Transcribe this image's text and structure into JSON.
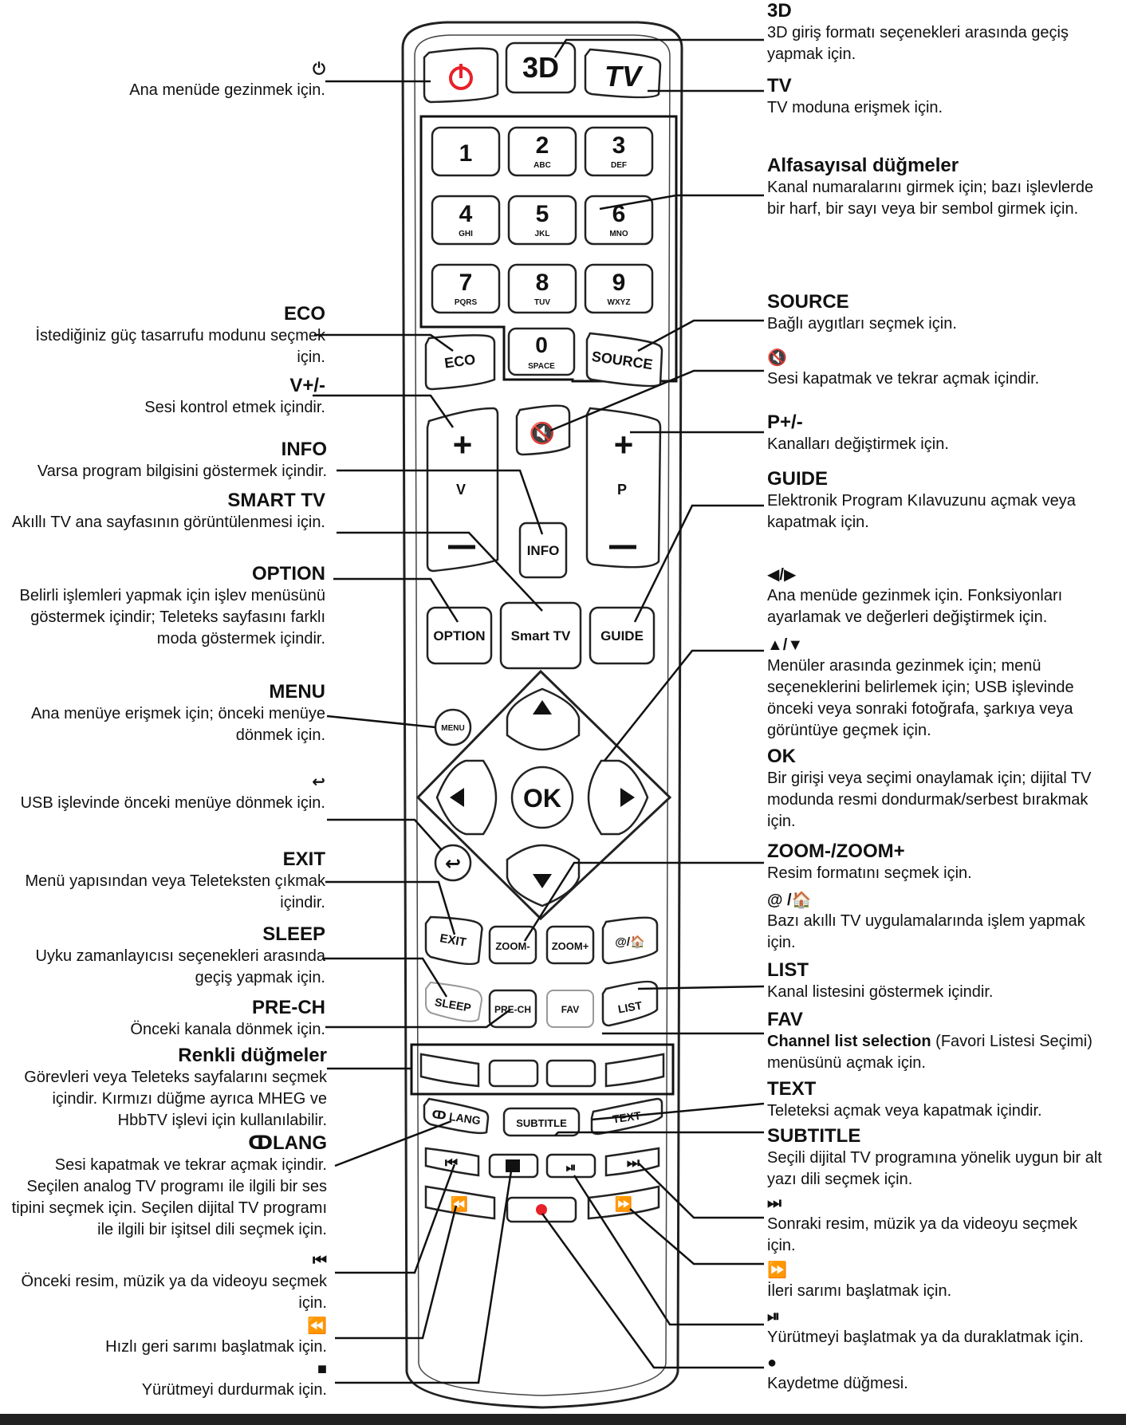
{
  "labels": {
    "power": {
      "icon": "⏻",
      "desc": "Ana menüde gezinmek için."
    },
    "threed": {
      "title": "3D",
      "desc": "3D giriş formatı seçenekleri arasında geçiş yapmak için."
    },
    "tv": {
      "title": "TV",
      "desc": "TV moduna erişmek için."
    },
    "alnum": {
      "title": "Alfasayısal düğmeler",
      "desc": "Kanal numaralarını girmek için; bazı işlevlerde bir harf, bir sayı veya bir sembol girmek için."
    },
    "eco": {
      "title": "ECO",
      "desc": "İstediğiniz güç tasarrufu modunu seçmek için."
    },
    "source": {
      "title": "SOURCE",
      "desc": "Bağlı aygıtları seçmek için."
    },
    "mute": {
      "icon": "🔇",
      "desc": "Sesi kapatmak ve tekrar açmak içindir."
    },
    "vol": {
      "title": "V+/-",
      "desc": "Sesi kontrol etmek içindir."
    },
    "prog": {
      "title": "P+/-",
      "desc": "Kanalları değiştirmek için."
    },
    "info": {
      "title": "INFO",
      "desc": "Varsa program bilgisini göstermek içindir."
    },
    "guide": {
      "title": "GUIDE",
      "desc": "Elektronik Program Kılavuzunu açmak veya kapatmak için."
    },
    "smarttv": {
      "title": "SMART TV",
      "desc": "Akıllı TV ana sayfasının görüntülenmesi için."
    },
    "option": {
      "title": "OPTION",
      "desc": "Belirli işlemleri yapmak için işlev menüsünü göstermek içindir; Teleteks sayfasını farklı moda göstermek içindir."
    },
    "leftright": {
      "icon": "◀/▶",
      "desc": "Ana menüde gezinmek için. Fonksiyonları ayarlamak ve değerleri değiştirmek için."
    },
    "updown": {
      "icon": "▲/▼",
      "desc": "Menüler arasında gezinmek için; menü seçeneklerini belirlemek için; USB işlevinde önceki veya sonraki fotoğrafa, şarkıya veya görüntüye geçmek için."
    },
    "menu": {
      "title": "MENU",
      "desc": "Ana menüye erişmek için; önceki menüye dönmek için."
    },
    "ok": {
      "title": "OK",
      "desc": "Bir girişi veya seçimi onaylamak için; dijital TV modunda resmi dondurmak/serbest bırakmak için."
    },
    "back": {
      "icon": "↩",
      "desc": "USB işlevinde önceki menüye dönmek için."
    },
    "zoom": {
      "title": "ZOOM-/ZOOM+",
      "desc": "Resim formatını seçmek için."
    },
    "exit": {
      "title": "EXIT",
      "desc": "Menü yapısından veya Teleteksten çıkmak içindir."
    },
    "athome": {
      "icon": "@ /🏠",
      "desc": "Bazı akıllı TV uygulamalarında işlem yapmak için."
    },
    "sleep": {
      "title": "SLEEP",
      "desc": "Uyku zamanlayıcısı seçenekleri arasında geçiş yapmak için."
    },
    "list": {
      "title": "LIST",
      "desc": "Kanal listesini göstermek içindir."
    },
    "prech": {
      "title": "PRE-CH",
      "desc": "Önceki kanala dönmek için."
    },
    "fav": {
      "title": "FAV",
      "strong": "Channel list selection",
      "desc": " (Favori Listesi Seçimi) menüsünü açmak için."
    },
    "color": {
      "title": "Renkli düğmeler",
      "desc": "Görevleri veya Teleteks sayfalarını seçmek içindir. Kırmızı düğme ayrıca MHEG ve HbbTV işlevi için kullanılabilir."
    },
    "text": {
      "title": "TEXT",
      "desc": "Teleteksi açmak veya kapatmak içindir."
    },
    "lang": {
      "title": "ↀLANG",
      "desc": "Sesi kapatmak ve tekrar açmak içindir. Seçilen analog TV programı ile ilgili bir ses tipini seçmek için. Seçilen dijital TV programı ile ilgili bir işitsel dili seçmek için."
    },
    "subtitle": {
      "title": "SUBTITLE",
      "desc": "Seçili dijital TV programına yönelik uygun bir alt yazı dili seçmek için."
    },
    "next": {
      "icon": "⏭",
      "desc": "Sonraki resim, müzik ya da videoyu seçmek için."
    },
    "prev": {
      "icon": "⏮",
      "desc": "Önceki resim, müzik ya da videoyu seçmek için."
    },
    "ff": {
      "icon": "⏩",
      "desc": "İleri sarımı başlatmak için."
    },
    "rew": {
      "icon": "⏪",
      "desc": "Hızlı geri sarımı başlatmak için."
    },
    "playpause": {
      "icon": "⏯",
      "desc": "Yürütmeyi başlatmak ya da duraklatmak için."
    },
    "stop": {
      "icon": "■",
      "desc": "Yürütmeyi durdurmak için."
    },
    "record": {
      "icon": "●",
      "desc": "Kaydetme düğmesi."
    }
  },
  "remote": {
    "btn_3d": "3D",
    "btn_tv": "TV",
    "digits": [
      {
        "n": "1",
        "s": ""
      },
      {
        "n": "2",
        "s": "ABC"
      },
      {
        "n": "3",
        "s": "DEF"
      },
      {
        "n": "4",
        "s": "GHI"
      },
      {
        "n": "5",
        "s": "JKL"
      },
      {
        "n": "6",
        "s": "MNO"
      },
      {
        "n": "7",
        "s": "PQRS"
      },
      {
        "n": "8",
        "s": "TUV"
      },
      {
        "n": "9",
        "s": "WXYZ"
      }
    ],
    "btn_eco": "ECO",
    "btn_zero": "0",
    "btn_zero_sub": "SPACE",
    "btn_source": "SOURCE",
    "vol_letter": "V",
    "prog_letter": "P",
    "btn_info": "INFO",
    "btn_option": "OPTION",
    "btn_smarttv": "Smart TV",
    "btn_guide": "GUIDE",
    "btn_menu": "MENU",
    "btn_ok": "OK",
    "btn_exit": "EXIT",
    "btn_zoom_minus": "ZOOM-",
    "btn_zoom_plus": "ZOOM+",
    "btn_athome": "@/🏠",
    "btn_sleep": "SLEEP",
    "btn_prech": "PRE-CH",
    "btn_fav": "FAV",
    "btn_list": "LIST",
    "btn_lang": "ↀ LANG",
    "btn_subtitle": "SUBTITLE",
    "btn_text": "TEXT",
    "power_color": "#e8202a",
    "record_color": "#e8202a"
  }
}
